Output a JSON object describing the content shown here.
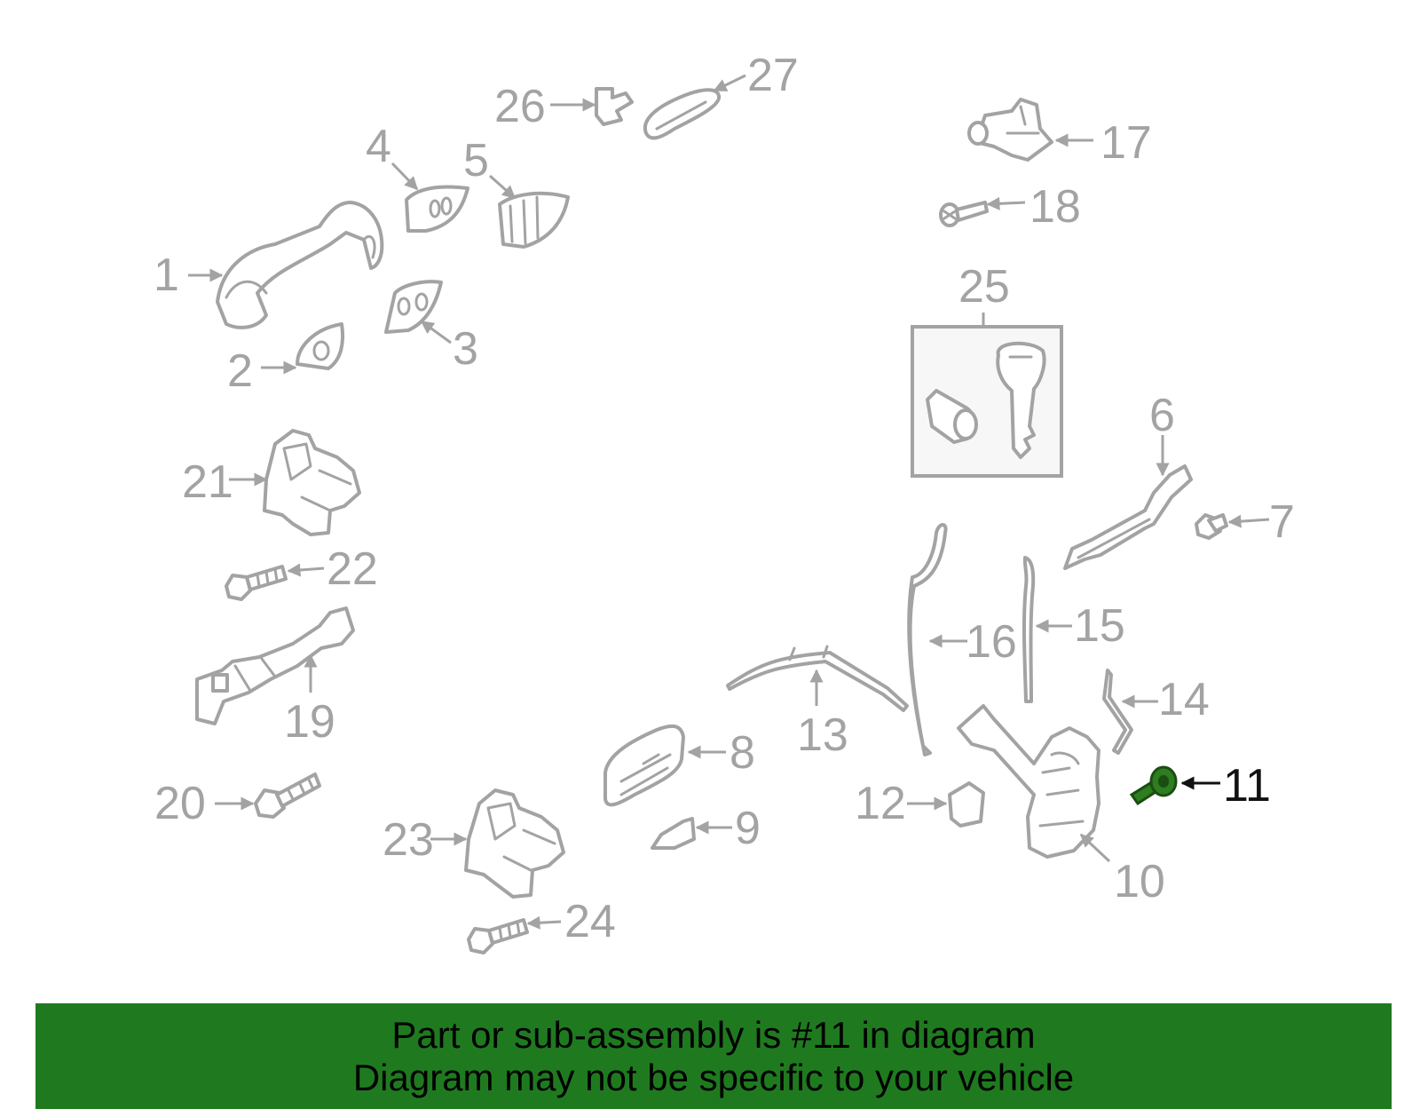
{
  "diagram": {
    "callouts": [
      "1",
      "2",
      "3",
      "4",
      "5",
      "6",
      "7",
      "8",
      "9",
      "10",
      "11",
      "12",
      "13",
      "14",
      "15",
      "16",
      "17",
      "18",
      "19",
      "20",
      "21",
      "22",
      "23",
      "24",
      "25",
      "26",
      "27"
    ],
    "highlighted_part": "11"
  },
  "footer": {
    "line1": "Part or sub-assembly is #11 in diagram",
    "line2": "Diagram may not be specific to your vehicle"
  },
  "colors": {
    "highlight": "#2e7d1f",
    "footer_background": "#1f7a1f",
    "part_stroke": "#a3a3a3"
  }
}
